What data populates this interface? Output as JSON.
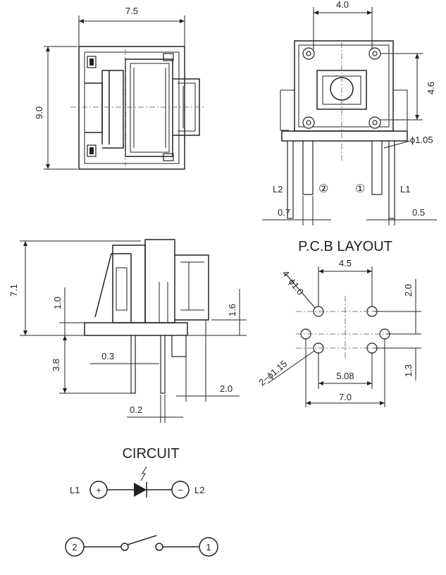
{
  "top_view": {
    "width_dim": "7.5",
    "height_dim": "9.0"
  },
  "front_view": {
    "pitch_dim": "4.0",
    "vert_dim": "4.6",
    "pin_dia_dim": "ϕ1.05",
    "label_l2": "L2",
    "label_pin2": "②",
    "label_pin1": "①",
    "label_l1": "L1",
    "left_lead_dim": "0.7",
    "right_lead_dim": "0.5"
  },
  "side_view": {
    "height_dim": "7.1",
    "base_dim": "1.0",
    "right_dim": "1.6",
    "lead_len_dim": "3.8",
    "lead_thk_dim": "0.3",
    "lead_w_dim": "0.2",
    "offset_dim": "2.0"
  },
  "pcb_layout": {
    "title": "P.C.B LAYOUT",
    "hole_spec_small": "4−ϕ1.0",
    "hole_spec_large": "2−ϕ1.15",
    "top_pitch": "4.5",
    "right_top": "2.0",
    "right_bottom": "1.3",
    "mid_pitch": "5.08",
    "total_width": "7.0"
  },
  "circuit": {
    "title": "CIRCUIT",
    "l1_label": "L1",
    "plus_symbol": "+",
    "minus_symbol": "−",
    "l2_label": "L2",
    "pin2_symbol": "2",
    "pin1_symbol": "1"
  }
}
